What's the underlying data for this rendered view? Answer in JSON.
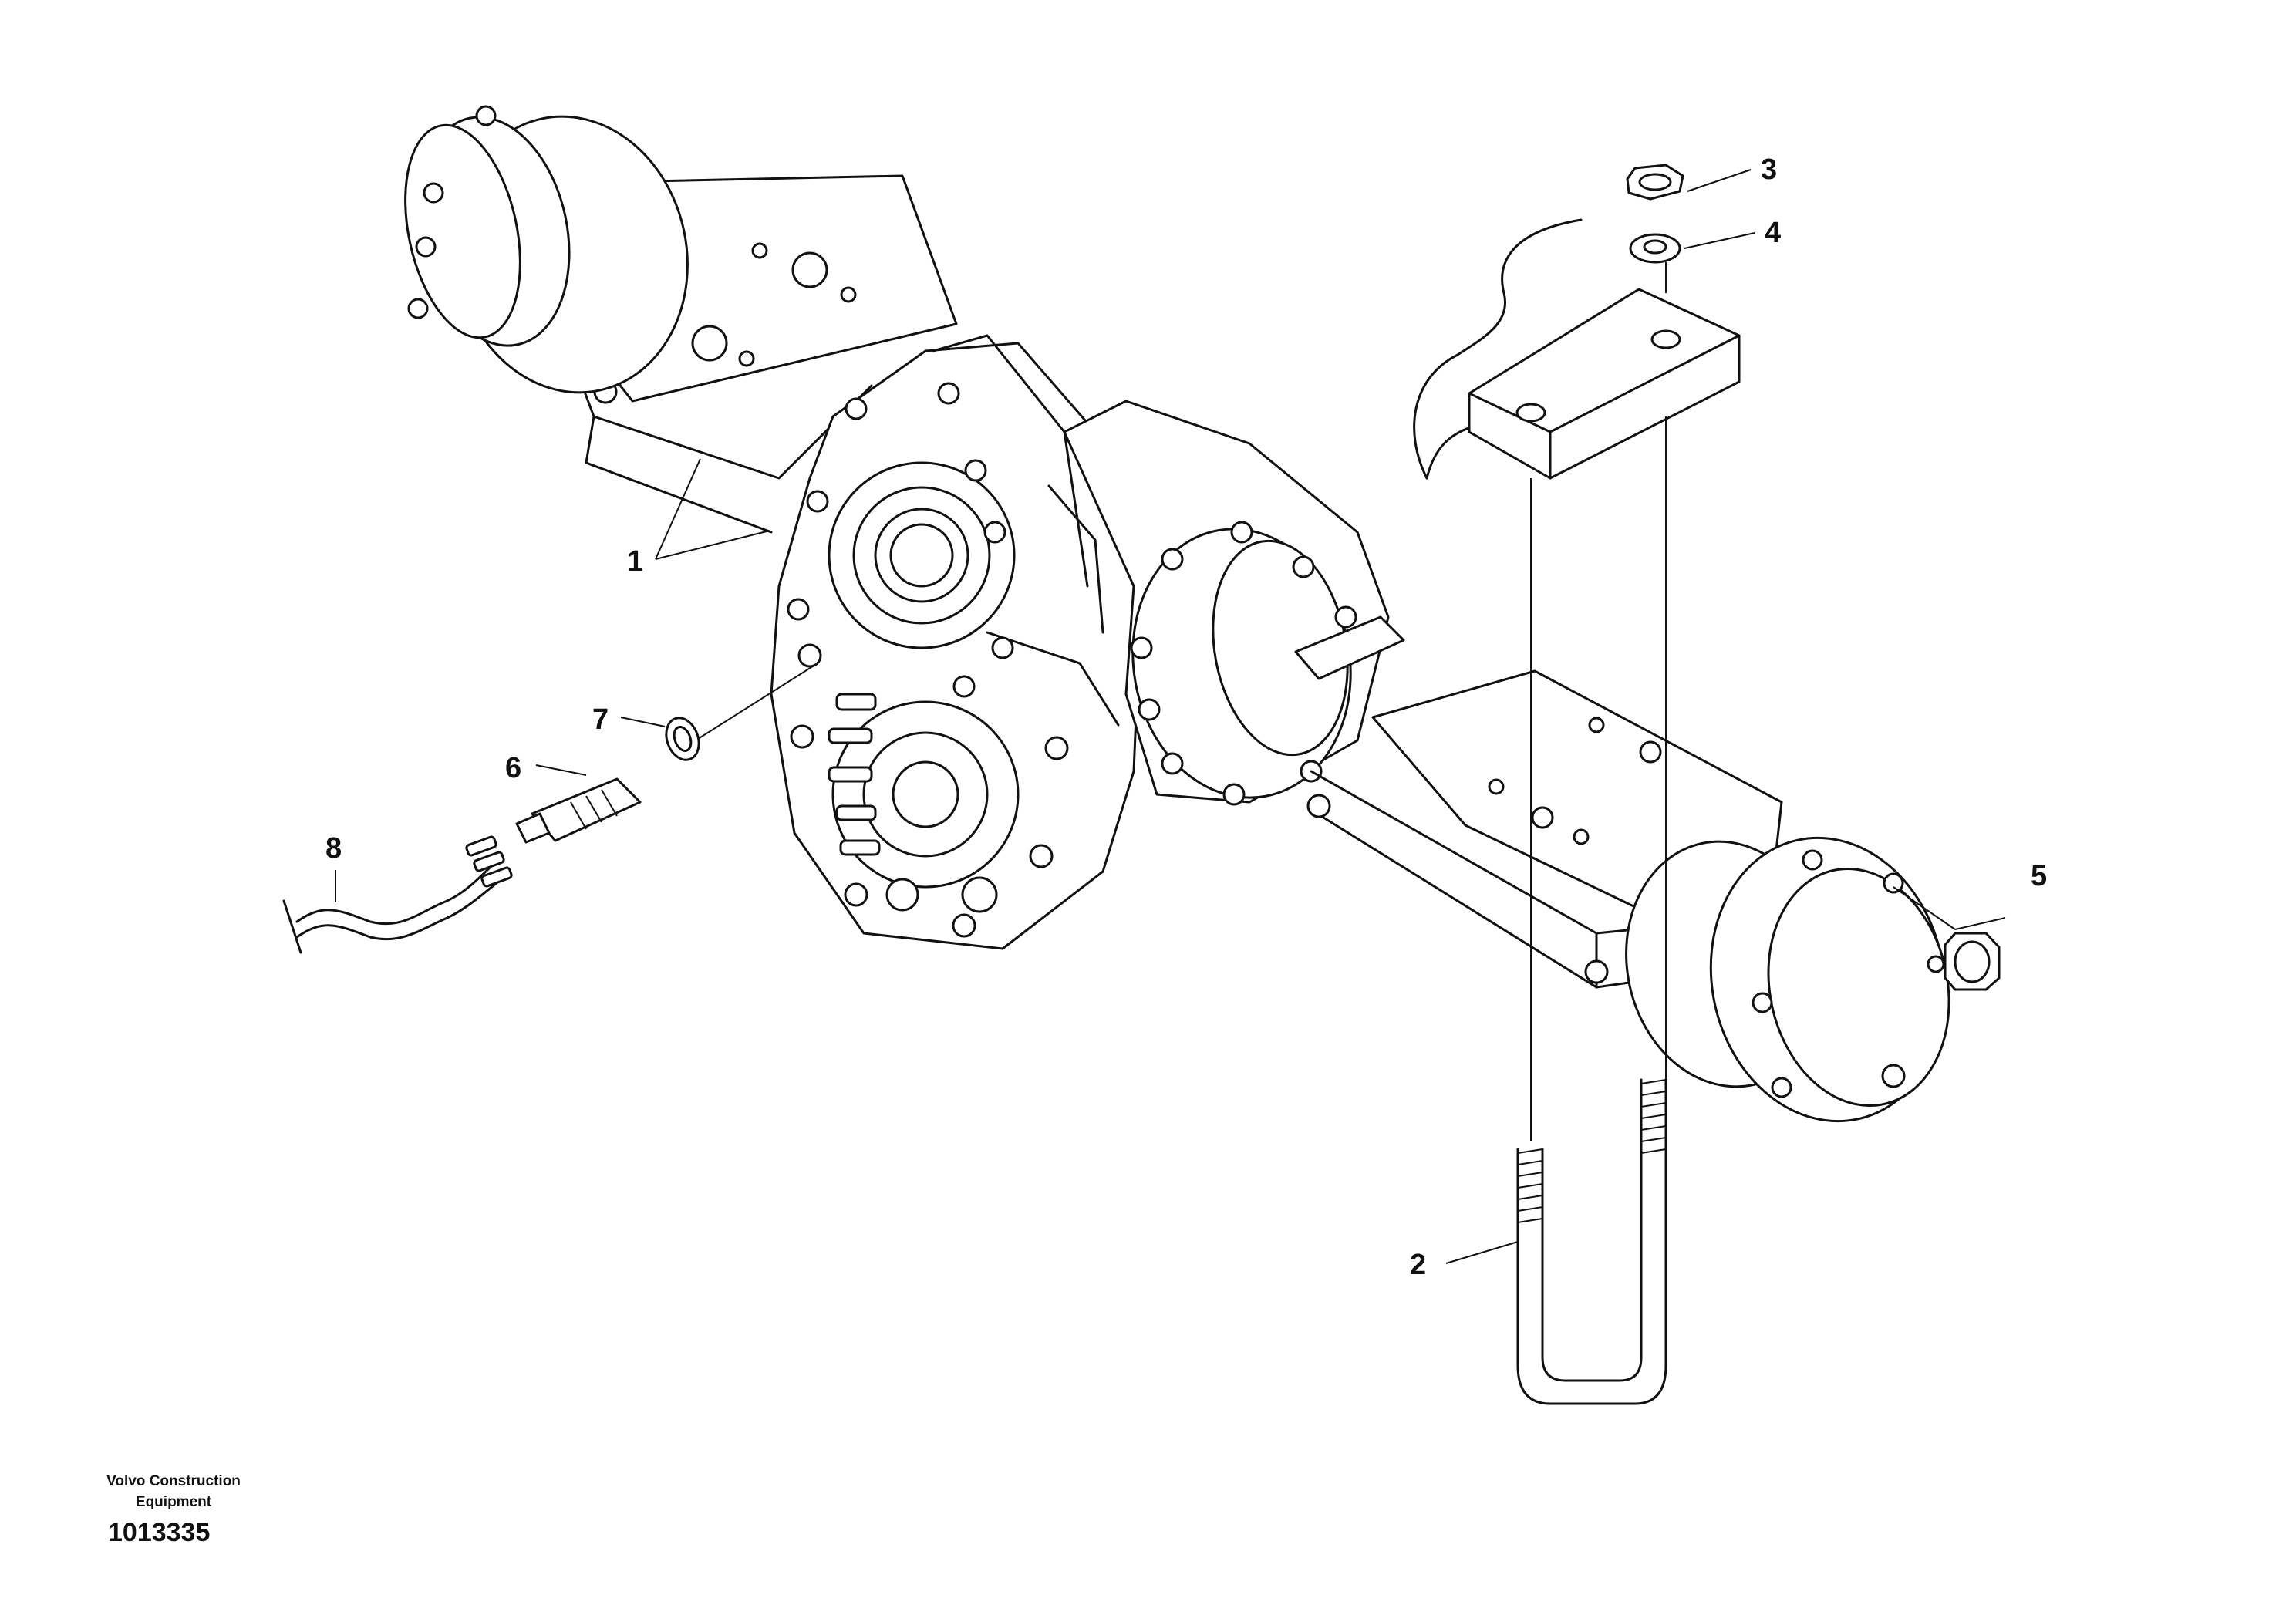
{
  "callouts": {
    "c1": "1",
    "c2": "2",
    "c3": "3",
    "c4": "4",
    "c5": "5",
    "c6": "6",
    "c7": "7",
    "c8": "8"
  },
  "footer": {
    "brand_line1": "Volvo Construction",
    "brand_line2": "Equipment",
    "drawing_number": "1013335"
  }
}
